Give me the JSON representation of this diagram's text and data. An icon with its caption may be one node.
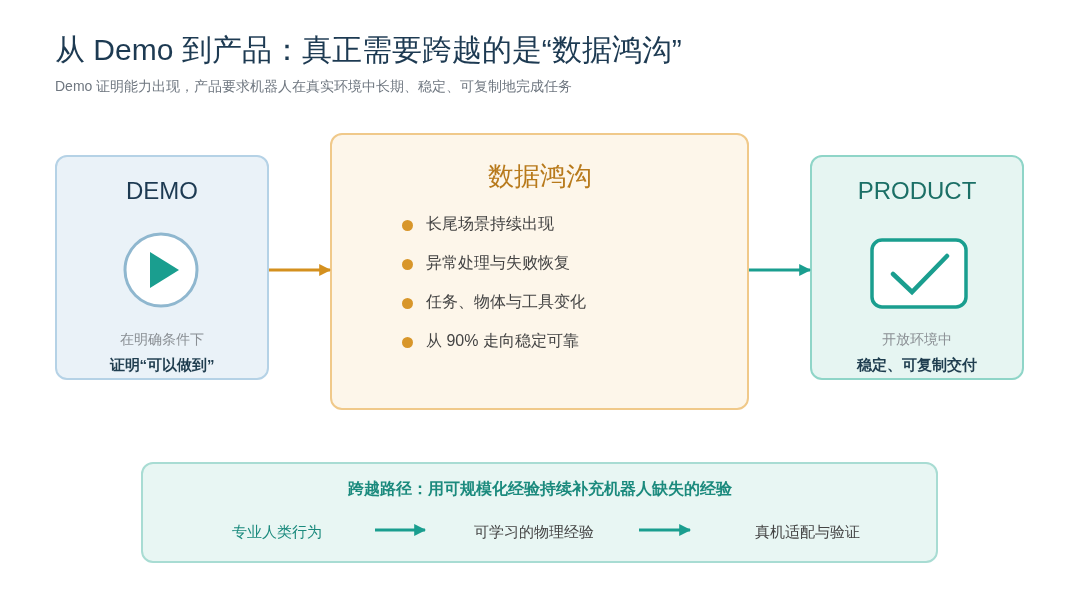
{
  "diagram": {
    "title": "从 Demo 到产品：真正需要跨越的是“数据鸿沟”",
    "caption": "Demo 证明能力出现，产品要求机器人在真实环境中长期、稳定、可复制地完成任务",
    "nodes": [
      {
        "text": [
          "DEMO",
          "在明确条件下",
          "证明“可以做到”"
        ]
      },
      {
        "text": [
          "数据鸿沟",
          "长尾场景持续出现",
          "异常处理与失败恢复",
          "任务、物体与工具变化",
          "从 90% 走向稳定可靠"
        ]
      },
      {
        "text": [
          "PRODUCT",
          "开放环境中",
          "稳定、可复制交付"
        ]
      },
      {
        "text": [
          "跨越路径：用可规模化经验持续补充机器人缺失的经验"
        ]
      },
      {
        "text": [
          "专业人类行为"
        ],
        "in": 3
      },
      {
        "text": [
          "可学习的物理经验"
        ],
        "in": 3
      },
      {
        "text": [
          "真机适配与验证"
        ],
        "in": 3
      }
    ],
    "edges": [
      {
        "from": 0,
        "to": 1,
        "arrow": "to",
        "color": "#d4901e"
      },
      {
        "from": 1,
        "to": 2,
        "arrow": "to"
      },
      {
        "from": 4,
        "to": 5,
        "arrow": "to"
      },
      {
        "from": 5,
        "to": 6,
        "arrow": "to"
      }
    ]
  }
}
